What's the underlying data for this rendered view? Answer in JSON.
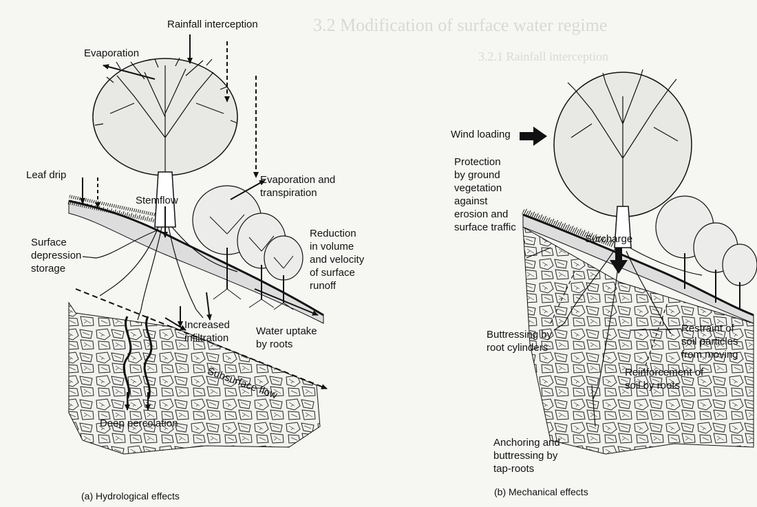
{
  "background_text": {
    "heading": "3.2 Modification of surface water regime",
    "subheading": "3.2.1 Rainfall interception"
  },
  "hydrological": {
    "caption": "(a)  Hydrological effects",
    "labels": {
      "rainfall_interception": "Rainfall interception",
      "evaporation": "Evaporation",
      "leaf_drip": "Leaf drip",
      "stemflow": "Stemflow",
      "evaporation_transpiration": [
        "Evaporation and",
        "transpiration"
      ],
      "surface_depression": [
        "Surface",
        "depression",
        "storage"
      ],
      "reduction_runoff": [
        "Reduction",
        "in volume",
        "and velocity",
        "of surface",
        "runoff"
      ],
      "increased_infiltration": [
        "Increased",
        "infiltration"
      ],
      "water_uptake": [
        "Water uptake",
        "by roots"
      ],
      "subsurface_flow": "Subsurface flow",
      "deep_percolation": "Deep percolation"
    }
  },
  "mechanical": {
    "caption": "(b)  Mechanical effects",
    "labels": {
      "wind_loading": "Wind loading",
      "protection": [
        "Protection",
        "by ground",
        "vegetation",
        "against",
        "erosion and",
        "surface traffic"
      ],
      "surcharge": "Surcharge",
      "buttressing_cylinders": [
        "Buttressing by",
        "root cylinders"
      ],
      "restraint": [
        "Restraint of",
        "soil particles",
        "from moving"
      ],
      "reinforcement": [
        "Reinforcement of",
        "soil by roots"
      ],
      "anchoring": [
        "Anchoring and",
        "buttressing by",
        "tap-roots"
      ]
    }
  },
  "colors": {
    "ink": "#111111",
    "paper": "#f6f6f3",
    "bleed": "#9a9a9a"
  }
}
